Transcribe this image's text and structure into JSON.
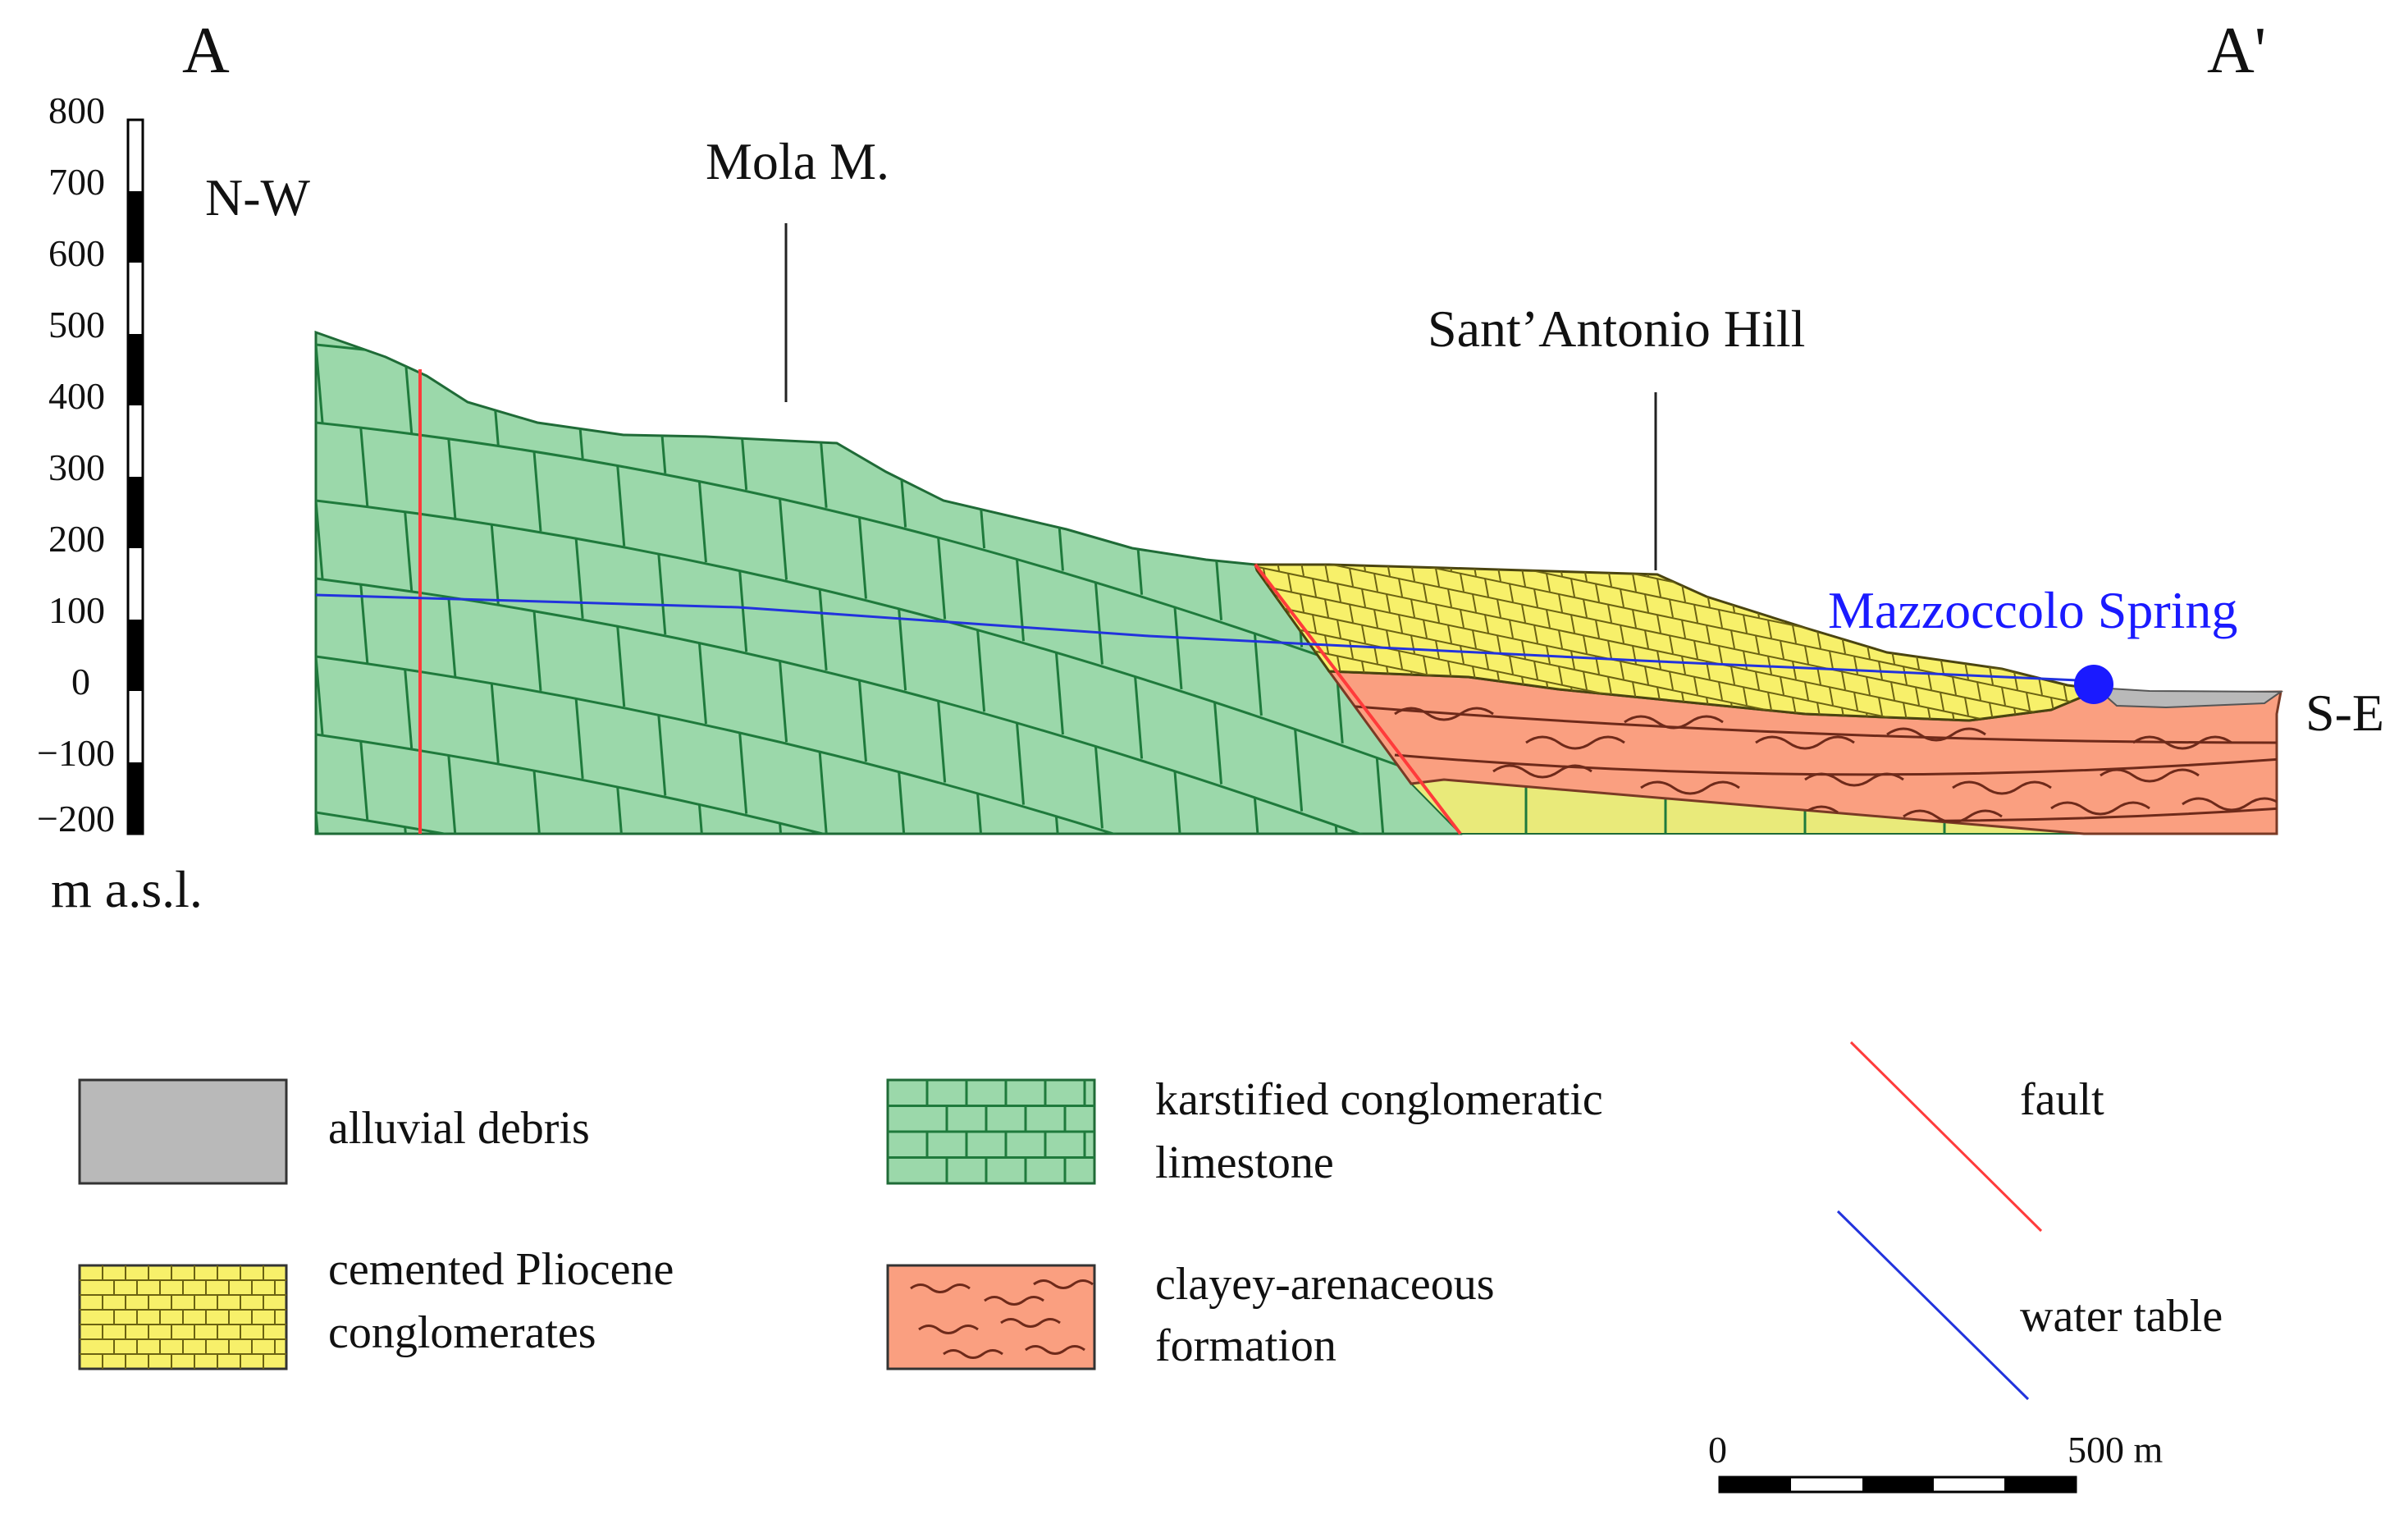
{
  "section": {
    "endpoint_left": "A",
    "endpoint_right": "A'",
    "direction_left": "N-W",
    "direction_right": "S-E",
    "peak_label_1": "Mola M.",
    "peak_label_2": "Sant’Antonio Hill",
    "spring_label": "Mazzoccolo Spring",
    "spring_color": "#1a1aff"
  },
  "elevation_axis": {
    "unit_label": "m a.s.l.",
    "ticks": [
      "800",
      "700",
      "600",
      "500",
      "400",
      "300",
      "200",
      "100",
      "0",
      "−100",
      "−200"
    ]
  },
  "legend": {
    "alluvial": "alluvial debris",
    "pliocene_line1": "cemented Pliocene",
    "pliocene_line2": "conglomerates",
    "limestone_line1": "karstified conglomeratic",
    "limestone_line2": "limestone",
    "clayey_line1": "clayey-arenaceous",
    "clayey_line2": "formation",
    "fault": "fault",
    "water_table": "water table"
  },
  "scale_bar": {
    "start_label": "0",
    "end_label": "500 m"
  },
  "colors": {
    "limestone": "#9bd8aa",
    "limestone_lines": "#1f7a3c",
    "pliocene": "#f7f06a",
    "pliocene_lines": "#6b6212",
    "yellow_lower": "#e9ea7a",
    "clayey": "#fa9f80",
    "alluvial": "#b9b9b9",
    "fault": "#ff3b3b",
    "water_table": "#2233dd"
  }
}
